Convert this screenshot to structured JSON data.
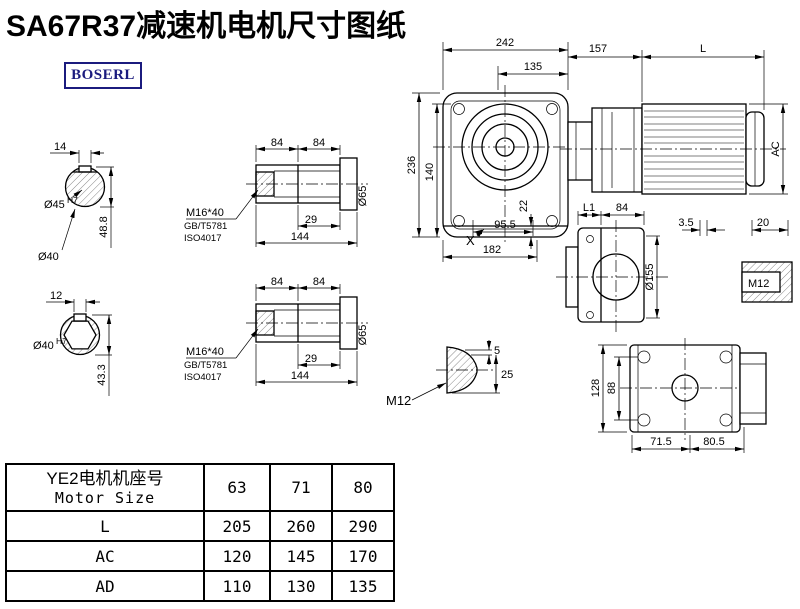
{
  "title": "SA67R37减速机电机尺寸图纸",
  "logo": "BOSERL",
  "drawing": {
    "shaft1": {
      "key_width": "14",
      "bore": "Ø45",
      "bore_tol": "H7",
      "section_height": "48.8",
      "outer_dia": "Ø40"
    },
    "shaft2": {
      "key_width": "12",
      "bore": "Ø40",
      "bore_tol": "H7",
      "section_height": "43.3"
    },
    "side1": {
      "len_a": "84",
      "len_b": "84",
      "screw": "M16*40",
      "std1": "GB/T5781",
      "std2": "ISO4017",
      "len_c": "29",
      "len_total": "144",
      "dia": "Ø65"
    },
    "side2": {
      "len_a": "84",
      "len_b": "84",
      "screw": "M16*40",
      "std1": "GB/T5781",
      "std2": "ISO4017",
      "len_c": "29",
      "len_total": "144",
      "dia": "Ø65"
    },
    "front": {
      "width_total": "242",
      "width_flange": "135",
      "len_adapter": "157",
      "len_motor": "L",
      "height_total": "236",
      "height_center": "140",
      "foot_height": "22",
      "datum": "X",
      "base_a": "95.5",
      "base_b": "182",
      "motor_dia": "AC"
    },
    "sideview": {
      "len_l1": "L1",
      "len_84": "84",
      "dim_3_5": "3.5",
      "dim_20": "20",
      "flange_dia": "Ø155",
      "thread": "M12"
    },
    "keyview": {
      "key_height": "5",
      "key_len": "25",
      "thread": "M12"
    },
    "bottomview": {
      "height_total": "128",
      "height_inner": "88",
      "base_a": "71.5",
      "base_b": "80.5"
    }
  },
  "table": {
    "header": {
      "line1": "YE2电机机座号",
      "line2": "Motor Size"
    },
    "sizes": [
      "63",
      "71",
      "80"
    ],
    "rows": [
      {
        "label": "L",
        "values": [
          "205",
          "260",
          "290"
        ]
      },
      {
        "label": "AC",
        "values": [
          "120",
          "145",
          "170"
        ]
      },
      {
        "label": "AD",
        "values": [
          "110",
          "130",
          "135"
        ]
      }
    ]
  }
}
